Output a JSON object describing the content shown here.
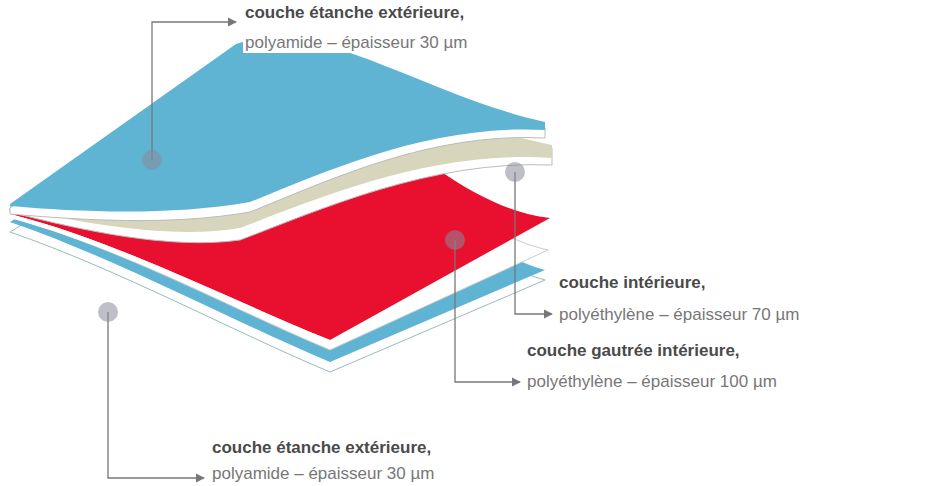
{
  "diagram": {
    "labels": [
      "couche étanche extérieure,",
      "polyamide – épaisseur 30 µm",
      "couche intérieure,",
      "polyéthylène – épaisseur 70 µm",
      "couche gautrée intérieure,",
      "polyéthylène – épaisseur 100 µm",
      "couche étanche extérieure,",
      "polyamide – épaisseur 30 µm"
    ]
  }
}
